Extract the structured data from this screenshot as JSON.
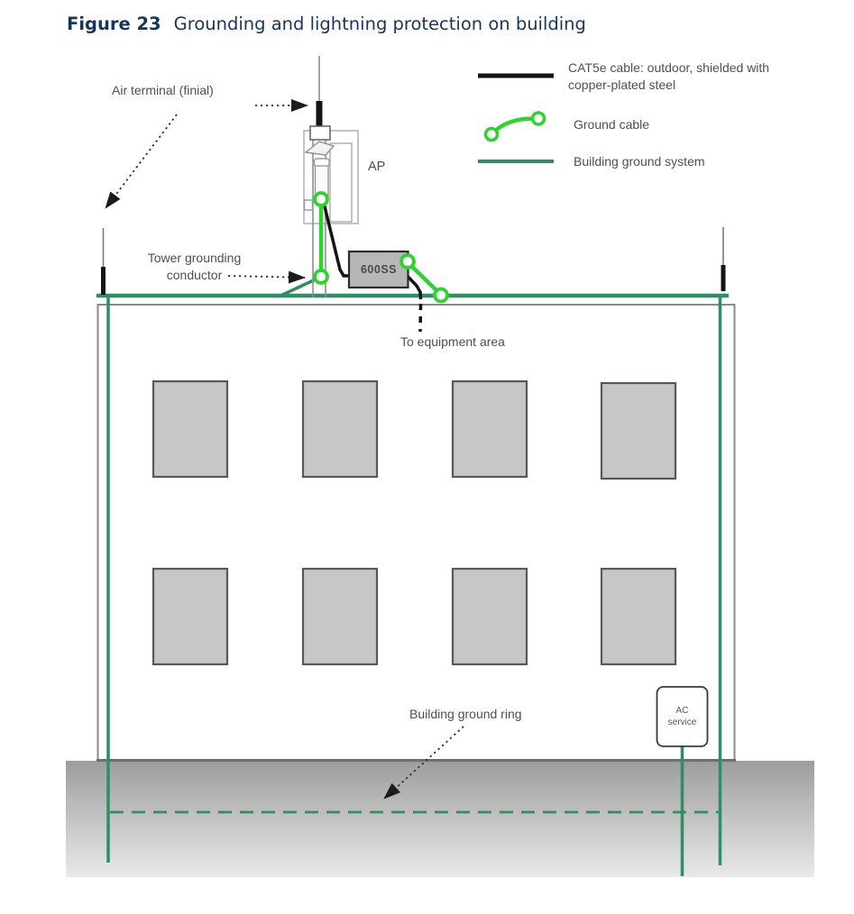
{
  "figure": {
    "label": "Figure 23",
    "title": "Grounding and lightning protection on building"
  },
  "legend": {
    "items": [
      {
        "id": "cat5e-cable",
        "label": "CAT5e cable: outdoor, shielded with copper-plated steel"
      },
      {
        "id": "ground-cable",
        "label": "Ground cable"
      },
      {
        "id": "building-ground-system",
        "label": "Building ground system"
      }
    ]
  },
  "labels": {
    "air_terminal": "Air terminal (finial)",
    "tower_grounding": "Tower grounding conductor",
    "ap": "AP",
    "surge_suppressor": "600SS",
    "to_equipment_area": "To equipment area",
    "building_ground_ring": "Building ground ring",
    "ac_service": "AC service"
  },
  "diagram": {
    "windows_count": 8,
    "air_terminals_count": 3
  },
  "colors": {
    "title_text": "#17365d",
    "label_text": "#4f4f4f",
    "cat5e_cable_black": "#141414",
    "ground_cable_green": "#2fd32f",
    "building_ground_green": "#2e8f62",
    "building_outline_gray": "#8a8a8a",
    "window_fill": "#c7c7c7",
    "surge_box_fill": "#b7b7b7",
    "soil_top": "#9d9d9d",
    "soil_bottom": "#e9e9e9"
  }
}
